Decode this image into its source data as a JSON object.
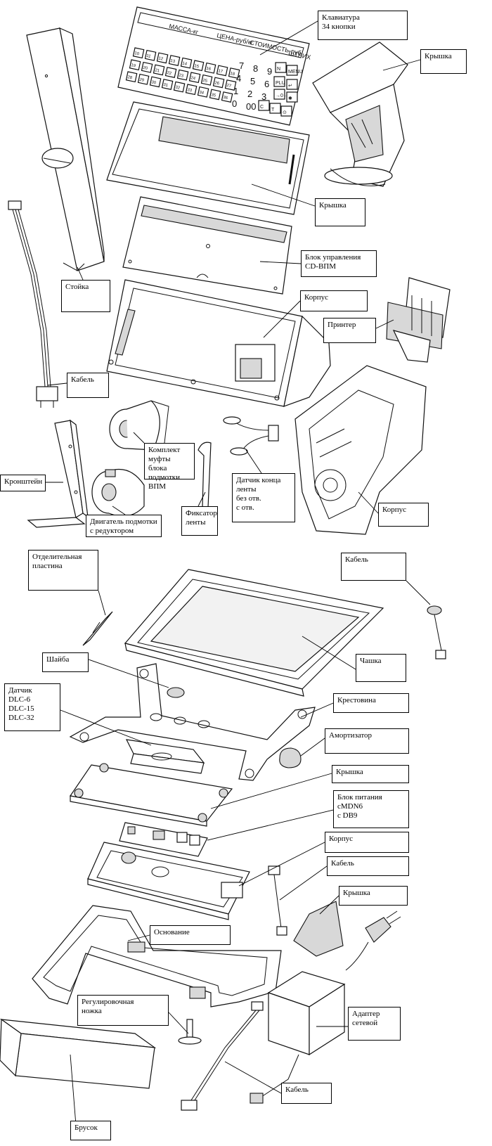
{
  "labels": [
    {
      "id": "keyboard",
      "text": "Клавиатура\n34 кнопки"
    },
    {
      "id": "cover_top",
      "text": "Крышка"
    },
    {
      "id": "cover_display",
      "text": "Крышка"
    },
    {
      "id": "control_block",
      "text": "Блок управления\nCD-ВПМ"
    },
    {
      "id": "housing_head",
      "text": "Корпус"
    },
    {
      "id": "printer",
      "text": "Принтер"
    },
    {
      "id": "stand",
      "text": "Стойка"
    },
    {
      "id": "cable_stand",
      "text": "Кабель"
    },
    {
      "id": "clutch_kit",
      "text": "Комплект\nмуфты блока\nподмотки\nВПМ"
    },
    {
      "id": "bracket",
      "text": "Кронштейн"
    },
    {
      "id": "motor",
      "text": "Двигатель подмотки\nс редуктором"
    },
    {
      "id": "tape_lock",
      "text": "Фиксатор\nленты"
    },
    {
      "id": "tape_sensor",
      "text": "Датчик конца\nленты\nбез отв.\nс отв."
    },
    {
      "id": "housing_printer",
      "text": "Корпус"
    },
    {
      "id": "separator",
      "text": "Отделительная\nпластина"
    },
    {
      "id": "cable_right",
      "text": "Кабель"
    },
    {
      "id": "washer",
      "text": "Шайба"
    },
    {
      "id": "bowl",
      "text": "Чашка"
    },
    {
      "id": "load_cell",
      "text": "Датчик\nDLC-6\nDLC-15\nDLC-32"
    },
    {
      "id": "cross",
      "text": "Крестовина"
    },
    {
      "id": "damper",
      "text": "Амортизатор"
    },
    {
      "id": "cover_base",
      "text": "Крышка"
    },
    {
      "id": "psu",
      "text": "Блок питания\ncMDN6\nc DB9"
    },
    {
      "id": "housing_base",
      "text": "Корпус"
    },
    {
      "id": "cable_mid",
      "text": "Кабель"
    },
    {
      "id": "cover_small",
      "text": "Крышка"
    },
    {
      "id": "base",
      "text": "Основание"
    },
    {
      "id": "adj_foot",
      "text": "Регулировочная\nножка"
    },
    {
      "id": "adapter",
      "text": "Адаптер\nсетевой"
    },
    {
      "id": "bar",
      "text": "Брусок"
    },
    {
      "id": "cable_bottom",
      "text": "Кабель"
    }
  ],
  "keyboard_panel": {
    "title_mass": "МАССА-кг",
    "title_price": "ЦЕНА-руб/кг",
    "title_cost": "СТОИМОСТЬ-руб",
    "brand": "ШТРИХ",
    "numeric_keys": [
      "7",
      "8",
      "9",
      "4",
      "5",
      "6",
      "1",
      "2",
      "3",
      "0",
      "00"
    ],
    "function_keys": [
      "N",
      "MENU",
      "PLU",
      "↵",
      "→0←",
      "✱",
      "C",
      "T",
      "⊙"
    ],
    "preset_keys": [
      "10",
      "11",
      "12",
      "13",
      "14",
      "15",
      "16",
      "17",
      "18",
      "19",
      "20",
      "21",
      "22",
      "23",
      "24",
      "25",
      "26",
      "27",
      "28",
      "29",
      "30",
      "31",
      "32",
      "33",
      "34",
      "35",
      "36"
    ]
  },
  "colors": {
    "line": "#111111",
    "paper": "#ffffff",
    "shade": "#d8d8d8"
  }
}
